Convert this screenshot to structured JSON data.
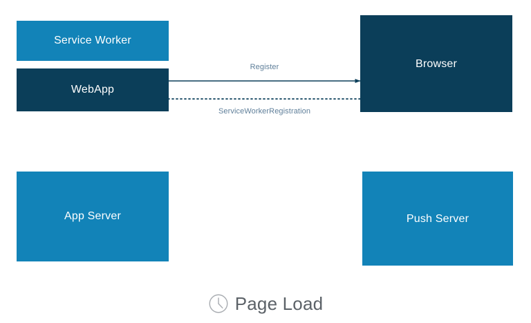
{
  "diagram": {
    "title": "Page Load",
    "colors": {
      "light_blue": "#1283B8",
      "navy": "#0B3E59",
      "arrow": "#0B3E59",
      "label_text": "#5E7E99",
      "caption_text": "#5C6268",
      "background": "#FFFFFF"
    },
    "nodes": [
      {
        "id": "service-worker",
        "label": "Service Worker",
        "color": "light_blue"
      },
      {
        "id": "webapp",
        "label": "WebApp",
        "color": "navy"
      },
      {
        "id": "browser",
        "label": "Browser",
        "color": "navy"
      },
      {
        "id": "app-server",
        "label": "App Server",
        "color": "light_blue"
      },
      {
        "id": "push-server",
        "label": "Push Server",
        "color": "light_blue"
      }
    ],
    "messages": [
      {
        "id": "register",
        "label": "Register",
        "from": "webapp",
        "to": "browser",
        "style": "solid",
        "direction": "right"
      },
      {
        "id": "service-worker-registration",
        "label": "ServiceWorkerRegistration",
        "from": "browser",
        "to": "webapp",
        "style": "dotted",
        "direction": "left"
      }
    ],
    "caption": {
      "icon": "clock-icon",
      "text": "Page Load"
    }
  }
}
